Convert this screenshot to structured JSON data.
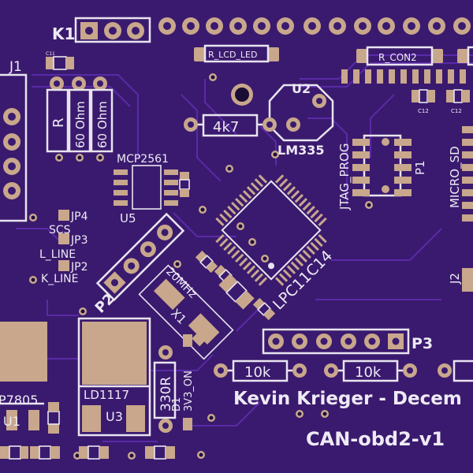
{
  "board": {
    "colors": {
      "soldermask": "#3a1a6e",
      "silkscreen": "#e8e4f0",
      "copper_pad": "#c8a78c",
      "trace": "#5a2aa8"
    },
    "labels": {
      "k1": "K1",
      "r_lcd_led": "R_LCD_LED",
      "r_con2": "R_CON2",
      "u2": "U2",
      "lm335": "LM335",
      "r_4k7": "4k7",
      "j1": "J1",
      "r": "R",
      "r_60ohm_a": "60 Ohm",
      "r_60ohm_b": "60 Ohm",
      "mcp2561": "MCP2561",
      "u5": "U5",
      "jp4": "JP4",
      "scs": "SCS",
      "jp3": "JP3",
      "l_line": "L_LINE",
      "jp2": "JP2",
      "k_line": "K_LINE",
      "p2": "P2",
      "lpc11c14": "LPC11C14",
      "jtag_prog": "JTAG_PROG",
      "p1": "P1",
      "micro_sd": "MICRO_SD",
      "j2": "J2",
      "mhz20": "20MHz",
      "x1": "X1",
      "p3": "P3",
      "r10k_a": "10k",
      "r10k_b": "10k",
      "r330": "330R",
      "v3_on": "3V3_ON",
      "d1": "D1",
      "p7805": "P7805",
      "u1": "U1",
      "ld1117": "LD1117",
      "u3": "U3",
      "c11": "C11",
      "c12a": "C12",
      "c12b": "C12",
      "author": "Kevin Krieger - Decem",
      "board_name": "CAN-obd2-v1"
    }
  }
}
